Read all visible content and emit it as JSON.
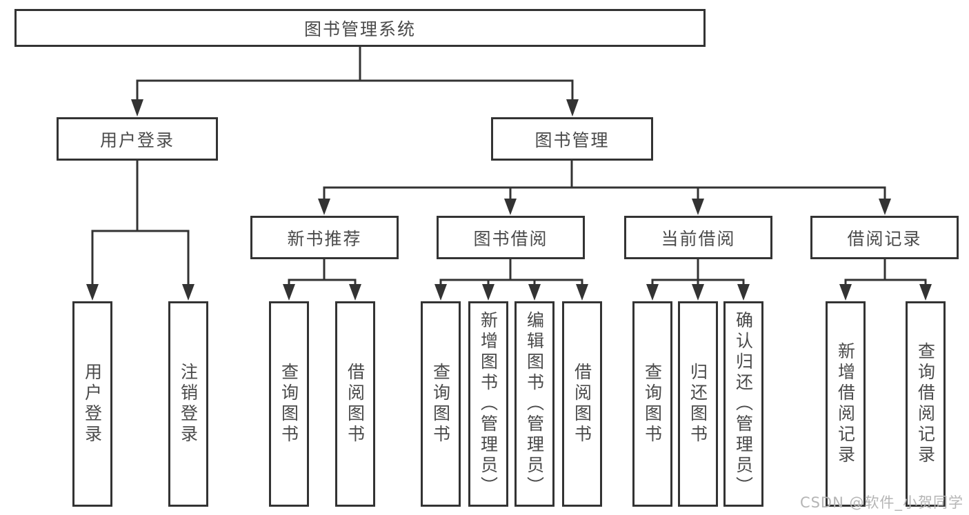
{
  "diagram": {
    "root": {
      "label": "图书管理系统"
    },
    "level1": [
      {
        "label": "用户登录",
        "children": [
          {
            "label": "用户登录"
          },
          {
            "label": "注销登录"
          }
        ]
      },
      {
        "label": "图书管理",
        "children": [
          {
            "label": "新书推荐",
            "children": [
              {
                "label": "查询图书"
              },
              {
                "label": "借阅图书"
              }
            ]
          },
          {
            "label": "图书借阅",
            "children": [
              {
                "label": "查询图书"
              },
              {
                "label": "新增图书（管理员）"
              },
              {
                "label": "编辑图书（管理员）"
              },
              {
                "label": "借阅图书"
              }
            ]
          },
          {
            "label": "当前借阅",
            "children": [
              {
                "label": "查询图书"
              },
              {
                "label": "归还图书"
              },
              {
                "label": "确认归还（管理员）"
              }
            ]
          },
          {
            "label": "借阅记录",
            "children": [
              {
                "label": "新增借阅记录"
              },
              {
                "label": "查询借阅记录"
              }
            ]
          }
        ]
      }
    ]
  },
  "watermark": {
    "text": "CSDN @软件_小贺同学"
  },
  "colors": {
    "line": "#333333",
    "box_border": "#333333",
    "text": "#4a4a4a",
    "watermark": "#b5b5b5",
    "background": "#ffffff"
  }
}
